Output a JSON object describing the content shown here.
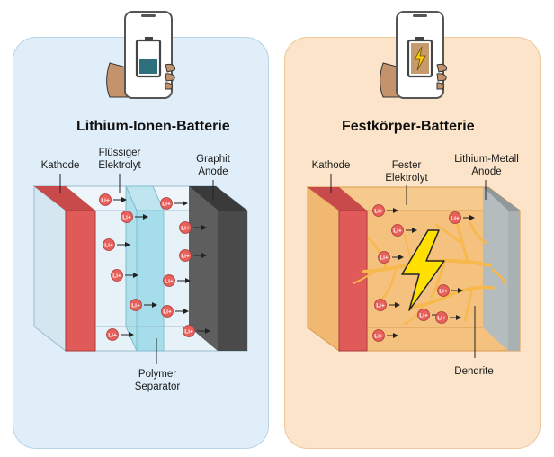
{
  "left": {
    "title": "Lithium-Ionen-Batterie",
    "labels": {
      "cathode": "Kathode",
      "electrolyte_line1": "Flüssiger",
      "electrolyte_line2": "Elektrolyt",
      "anode_line1": "Graphit",
      "anode_line2": "Anode",
      "separator_line1": "Polymer",
      "separator_line2": "Separator"
    },
    "ion_label": "Li+",
    "ion_count": 12
  },
  "right": {
    "title": "Festkörper-Batterie",
    "labels": {
      "cathode": "Kathode",
      "electrolyte_line1": "Fester",
      "electrolyte_line2": "Elektrolyt",
      "anode_line1": "Lithium-Metall",
      "anode_line2": "Anode",
      "dendrite": "Dendrite"
    },
    "ion_label": "Li+",
    "ion_count": 9
  },
  "colors": {
    "left_panel": "#dfeef9",
    "right_panel": "#fbe4c9",
    "cathode": "#e05a5a",
    "graphite_anode": "#4a4a4a",
    "lithium_anode": "#a9b1b3",
    "separator": "#8fd3e6",
    "ion": "#e8605a",
    "dendrite": "#f5b54a",
    "bolt": "#ffe000"
  },
  "icons": [
    "phone-low-battery-icon",
    "phone-charging-battery-icon",
    "lightning-bolt-icon"
  ]
}
